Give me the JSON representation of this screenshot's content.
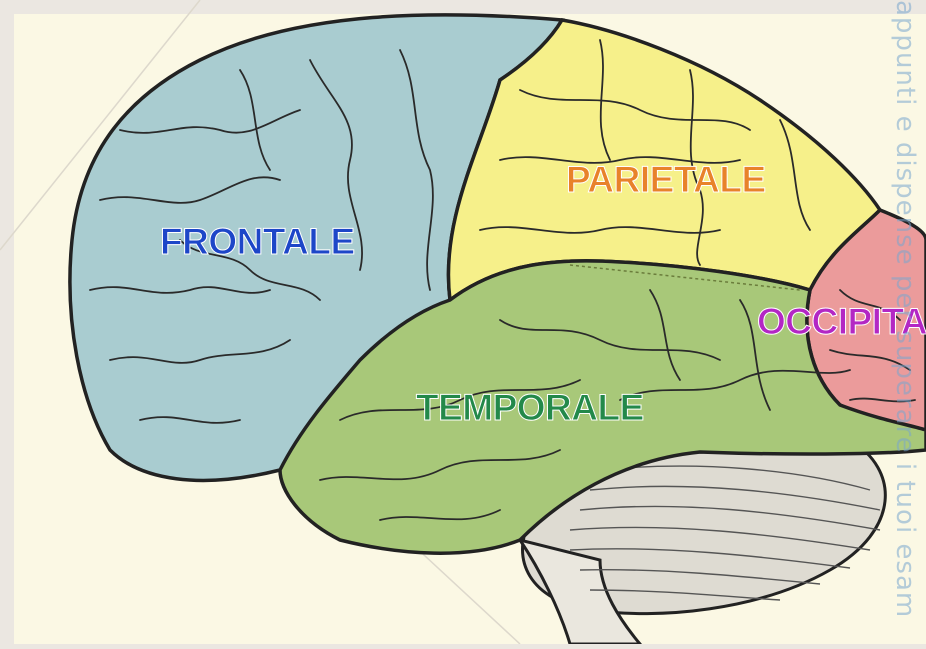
{
  "labels": {
    "frontal": "FRONTALE",
    "parietal": "PARIETALE",
    "occipital": "OCCIPITA",
    "temporal": "TEMPORALE"
  },
  "watermark": "appunti e dispense per superare i tuoi esam",
  "colors": {
    "frontal_fill": "#a9ccd0",
    "parietal_fill": "#f6f08a",
    "occipital_fill": "#eb9b9b",
    "temporal_fill": "#a8c879",
    "cerebellum_fill": "#dedbd2",
    "frontal_text": "#1d46c8",
    "parietal_text": "#e8822a",
    "occipital_text": "#b327c4",
    "temporal_text": "#23894a"
  }
}
